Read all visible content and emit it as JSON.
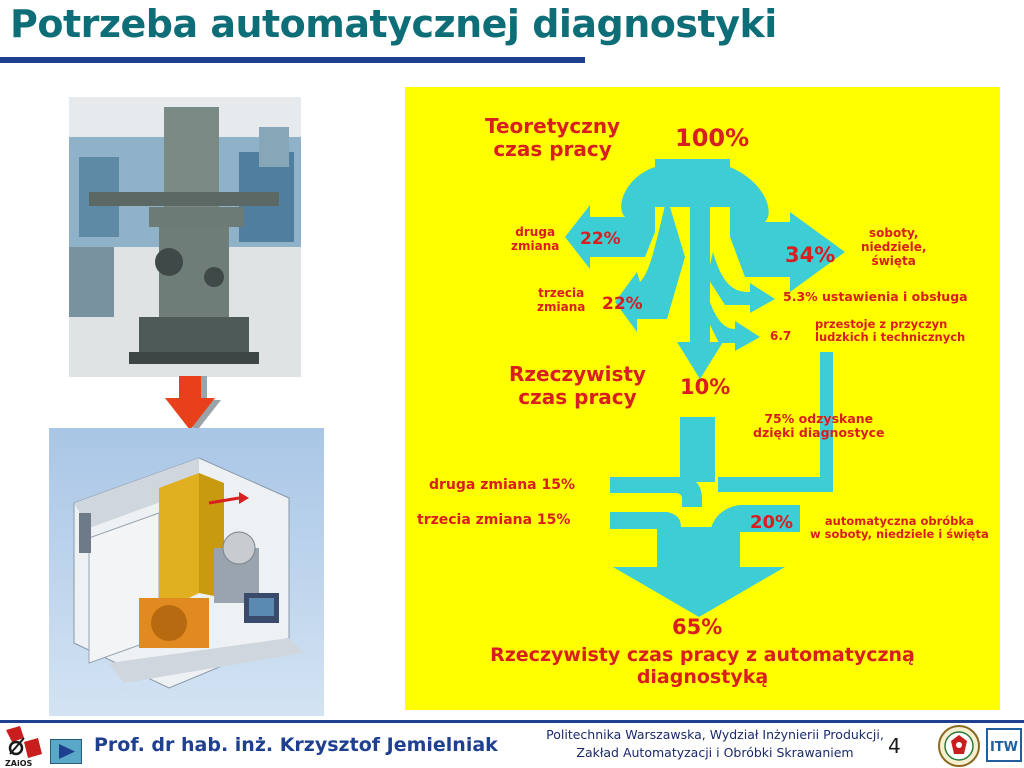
{
  "slide": {
    "title": "Potrzeba automatycznej diagnostyki",
    "page_number": "4"
  },
  "footer": {
    "author": "Prof. dr hab. inż. Krzysztof Jemielniak",
    "institution_line1": "Politechnika Warszawska, Wydział Inżynierii Produkcji,",
    "institution_line2": "Zakład Automatyzacji i Obróbki Skrawaniem",
    "zaios_logo_text": "ZAiOS",
    "itw_logo_text": "ITW"
  },
  "diagram": {
    "theoretical_label_l1": "Teoretyczny",
    "theoretical_label_l2": "czas pracy",
    "theoretical_pct": "100%",
    "second_shift_l1": "druga",
    "second_shift_l2": "zmiana",
    "second_shift_pct": "22%",
    "third_shift_l1": "trzecia",
    "third_shift_l2": "zmiana",
    "third_shift_pct": "22%",
    "weekends_pct": "34%",
    "weekends_l1": "soboty,",
    "weekends_l2": "niedziele,",
    "weekends_l3": "święta",
    "setup_label": "5.3% ustawienia i obsługa",
    "downtime_pct": "6.7",
    "downtime_l1": "przestoje z przyczyn",
    "downtime_l2": "ludzkich i technicznych",
    "real_label_l1": "Rzeczywisty",
    "real_label_l2": "czas pracy",
    "real_pct": "10%",
    "recovered_l1": "75% odzyskane",
    "recovered_l2": "dzięki diagnostyce",
    "second_shift_15": "druga zmiana  15%",
    "third_shift_15": "trzecia zmiana  15%",
    "weekend_auto_pct": "20%",
    "weekend_auto_l1": "automatyczna obróbka",
    "weekend_auto_l2": "w soboty, niedziele i święta",
    "result_pct": "65%",
    "result_l1": "Rzeczywisty czas pracy z automatyczną",
    "result_l2": "diagnostyką"
  },
  "colors": {
    "title": "#0e6e78",
    "accent_blue": "#1f3f8f",
    "diagram_bg": "#ffff00",
    "flow": "#3dcdd4",
    "label_red": "#d81e1e",
    "arrow_red": "#e8401a"
  },
  "icons": {
    "nav_play": "play-triangle-icon",
    "down_arrow": "down-arrow-icon"
  }
}
